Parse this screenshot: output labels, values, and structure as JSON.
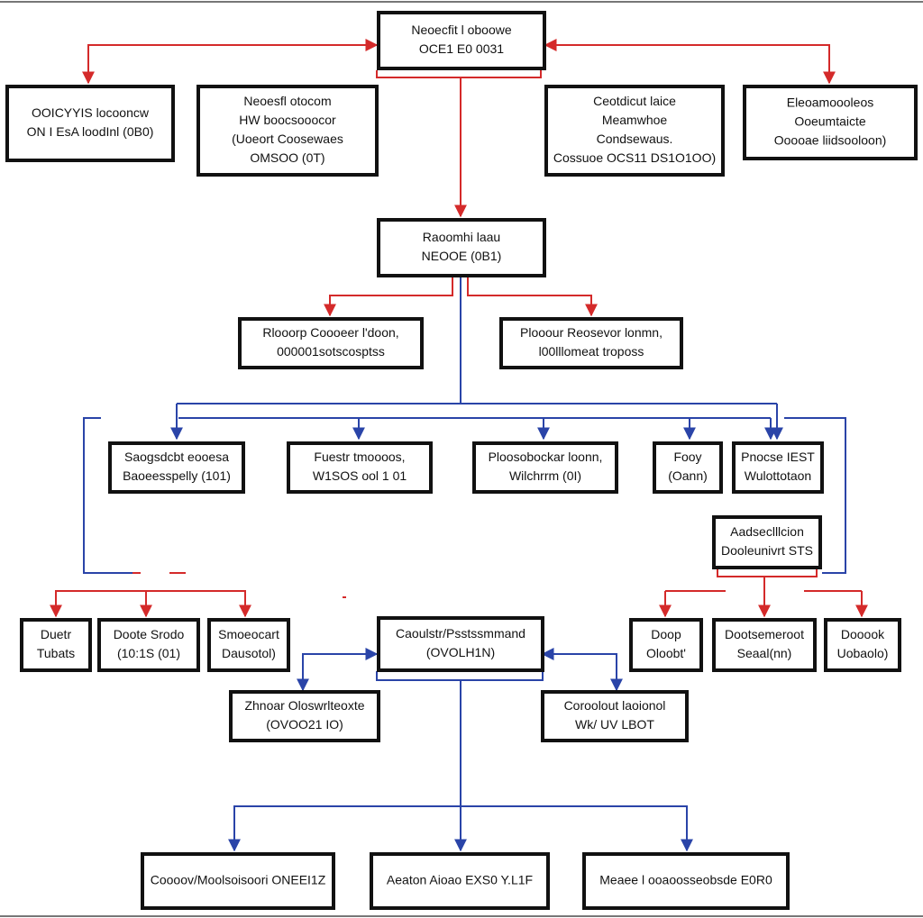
{
  "colors": {
    "red": "#d42a2a",
    "blue": "#2a44a8",
    "box_border": "#111111"
  },
  "nodes": {
    "top": {
      "lines": [
        "Neoecfit l oboowe",
        "OCE1 E0 0031"
      ]
    },
    "left_1": {
      "lines": [
        "OOICYYIS locooncw",
        "ON I EsA loodInl (0B0)"
      ]
    },
    "left_2": {
      "lines": [
        "Neoesfl otocom",
        "HW boocsooocor",
        "(Uoeort Coosewaes",
        "OMSOO (0T)"
      ]
    },
    "right_1": {
      "lines": [
        "Ceotdicut laice",
        "Meamwhoe",
        "Condsewaus.",
        "Cossuoe OCS11 DS1O1OO)"
      ]
    },
    "right_2": {
      "lines": [
        "Eleoamoooleos",
        "Ooeumtaicte",
        "Ooooae liidsooloon)"
      ]
    },
    "middle": {
      "lines": [
        "Raoomhi laau",
        "NEOOE (0B1)"
      ]
    },
    "mid_left": {
      "lines": [
        "Rlooorp Coooeer l'doon,",
        "000001sotscosptss"
      ]
    },
    "mid_right": {
      "lines": [
        "Plooour Reosevor lonmn,",
        "l00lllomeat troposs"
      ]
    },
    "row3_1": {
      "lines": [
        "Saogsdcbt eooesa",
        "Baoeesspelly (101)"
      ]
    },
    "row3_2": {
      "lines": [
        "Fuestr tmoooos,",
        "W1SOS ool 1 01"
      ]
    },
    "row3_3": {
      "lines": [
        "Ploosobockar loonn,",
        "Wilchrrm (0I)"
      ]
    },
    "row3_4": {
      "lines": [
        "Fooy",
        "(Oann)"
      ]
    },
    "row3_5": {
      "lines": [
        "Pnocse IEST",
        "Wulottotaon"
      ]
    },
    "row3_extra": {
      "lines": [
        "Aadseclllcion",
        "Dooleunivrt STS"
      ]
    },
    "row4_l1": {
      "lines": [
        "Duetr",
        "Tubats"
      ]
    },
    "row4_l2": {
      "lines": [
        "Doote Srodo",
        "(10:1S (01)"
      ]
    },
    "row4_l3": {
      "lines": [
        "Smoeocart",
        "Dausotol)"
      ]
    },
    "center_bottom": {
      "lines": [
        "Caoulstr/Psstssmmand",
        "(OVOLH1N)"
      ]
    },
    "row4_r1": {
      "lines": [
        "Doop",
        "Oloobt'"
      ]
    },
    "row4_r2": {
      "lines": [
        "Dootsemeroot",
        "Seaal(nn)"
      ]
    },
    "row4_r3": {
      "lines": [
        "Dooook",
        "Uobaolo)"
      ]
    },
    "cb_left": {
      "lines": [
        "Zhnoar Oloswrlteoxte",
        "(OVOO21 IO)"
      ]
    },
    "cb_right": {
      "lines": [
        "Coroolout laoionol",
        "Wk/ UV LBOT"
      ]
    },
    "bottom_1": {
      "lines": [
        "Coooov/Moolsoisoori ONEEI1Z"
      ]
    },
    "bottom_2": {
      "lines": [
        "Aeaton Aioao EXS0 Y.L1F"
      ]
    },
    "bottom_3": {
      "lines": [
        "Meaee l ooaoosseobsde E0R0"
      ]
    }
  }
}
